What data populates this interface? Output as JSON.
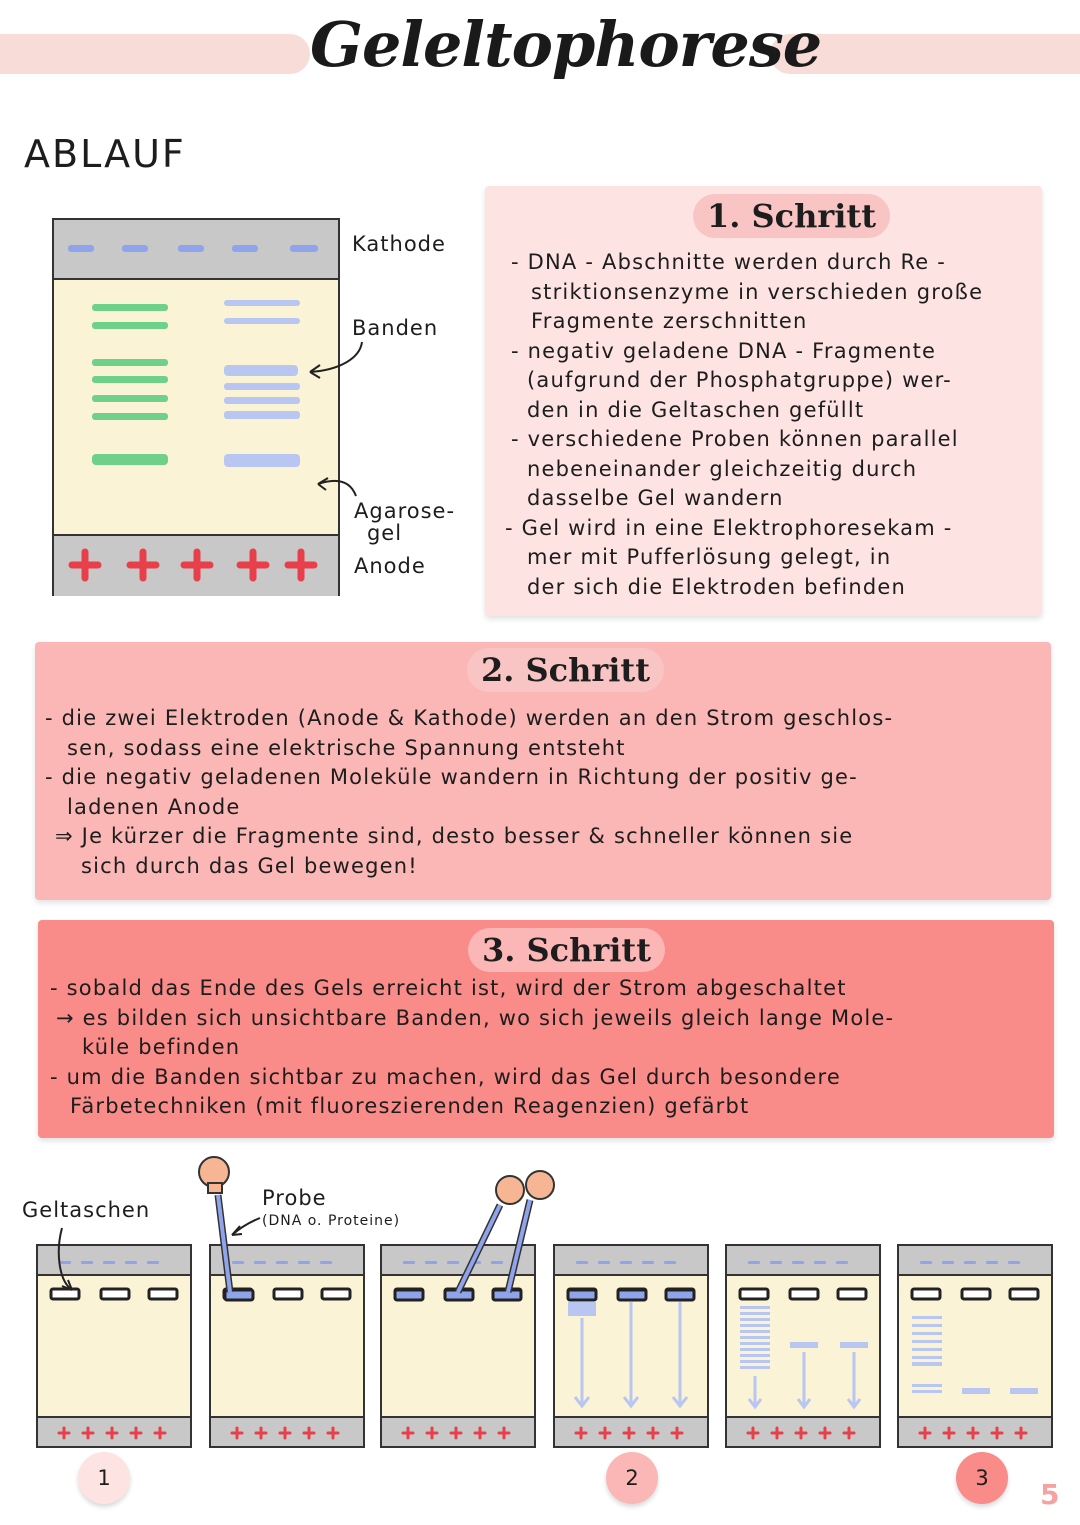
{
  "title": "Geleltophorese",
  "section": "ABLAUF",
  "diagram_labels": {
    "cathode": "Kathode",
    "bands": "Banden",
    "gel_line1": "Agarose-",
    "gel_line2": "gel",
    "anode": "Anode"
  },
  "step1": {
    "heading": "1. Schritt",
    "lines": [
      "- DNA - Abschnitte werden durch Re -",
      "striktionsenzyme in verschieden große",
      "Fragmente zerschnitten",
      "- negativ geladene DNA - Fragmente",
      "(aufgrund der Phosphatgruppe) wer-",
      "den in die Geltaschen gefüllt",
      "- verschiedene Proben können parallel",
      "nebeneinander gleichzeitig durch",
      "dasselbe Gel wandern",
      "- Gel wird in eine Elektrophoresekam -",
      "mer mit Pufferlösung gelegt, in",
      "der sich die Elektroden befinden"
    ]
  },
  "step2": {
    "heading": "2. Schritt",
    "lines": [
      "- die zwei Elektroden (Anode & Kathode) werden an den Strom geschlos-",
      "sen, sodass eine elektrische Spannung entsteht",
      "- die negativ geladenen Moleküle wandern in Richtung der positiv ge-",
      "ladenen Anode",
      "⇒ Je kürzer die Fragmente sind, desto besser & schneller können sie",
      "sich durch das Gel bewegen!"
    ]
  },
  "step3": {
    "heading": "3. Schritt",
    "lines": [
      "- sobald das Ende des Gels erreicht ist, wird der Strom abgeschaltet",
      "→ es bilden sich unsichtbare Banden, wo sich jeweils gleich lange Mole-",
      "küle befinden",
      "- um die Banden sichtbar zu machen, wird das Gel durch besondere",
      "Färbetechniken (mit fluoreszierenden Reagenzien) gefärbt"
    ]
  },
  "bottom_labels": {
    "pockets": "Geltaschen",
    "sample": "Probe",
    "sample_note": "(DNA o. Proteine)"
  },
  "plus_row": "+ + + + +",
  "step_numbers": [
    "1",
    "2",
    "3"
  ],
  "page_number": "5",
  "colors": {
    "green_band": "#6fd08a",
    "blue_band": "#b9c6f2",
    "cathode_dash": "#8fa4ea",
    "anode_plus": "#e8404b",
    "gel": "#fbf3d6",
    "box1": "#fde4e2",
    "box2": "#fbb7b6",
    "box3": "#f98b89"
  }
}
